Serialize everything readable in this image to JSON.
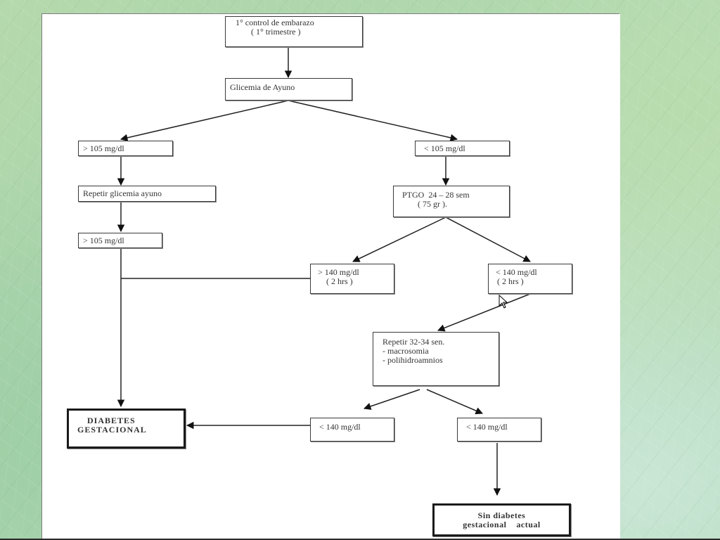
{
  "diagram": {
    "nodes": {
      "start": {
        "line1": "1° control de embarazo",
        "line2": "( 1° trimestre )"
      },
      "fasting": {
        "line1": "Glicemia de Ayuno"
      },
      "left_high1": {
        "line1": "> 105 mg/dl"
      },
      "repeat_fasting": {
        "line1": "Repetir glicemia ayuno"
      },
      "left_high2": {
        "line1": "> 105 mg/dl"
      },
      "right_low": {
        "line1": "< 105 mg/dl"
      },
      "ptgo": {
        "line1": "PTGO  24 – 28 sem",
        "line2": "( 75 gr )."
      },
      "ptgo_high": {
        "line1": "> 140 mg/dl",
        "line2": "( 2 hrs )"
      },
      "ptgo_low": {
        "line1": "< 140 mg/dl",
        "line2": "( 2 hrs )"
      },
      "repeat_late": {
        "line1": "Repetir 32-34 sen.",
        "line2": "- macrosomia",
        "line3": "- polihidroamnios"
      },
      "late_left": {
        "line1": "< 140 mg/dl"
      },
      "late_right": {
        "line1": "< 140 mg/dl"
      },
      "diabetes": {
        "line1": "DIABETES",
        "line2": "GESTACIONAL"
      },
      "no_diabetes": {
        "line1": "Sin diabetes",
        "line2": "gestacional    actual"
      }
    },
    "edges": [
      [
        "start",
        "fasting"
      ],
      [
        "fasting",
        "left_high1"
      ],
      [
        "fasting",
        "right_low"
      ],
      [
        "left_high1",
        "repeat_fasting"
      ],
      [
        "repeat_fasting",
        "left_high2"
      ],
      [
        "left_high2",
        "diabetes"
      ],
      [
        "ptgo_high",
        "diabetes"
      ],
      [
        "right_low",
        "ptgo"
      ],
      [
        "ptgo",
        "ptgo_high"
      ],
      [
        "ptgo",
        "ptgo_low"
      ],
      [
        "ptgo_low",
        "repeat_late"
      ],
      [
        "repeat_late",
        "late_left"
      ],
      [
        "repeat_late",
        "late_right"
      ],
      [
        "late_left",
        "diabetes"
      ],
      [
        "late_right",
        "no_diabetes"
      ]
    ]
  }
}
